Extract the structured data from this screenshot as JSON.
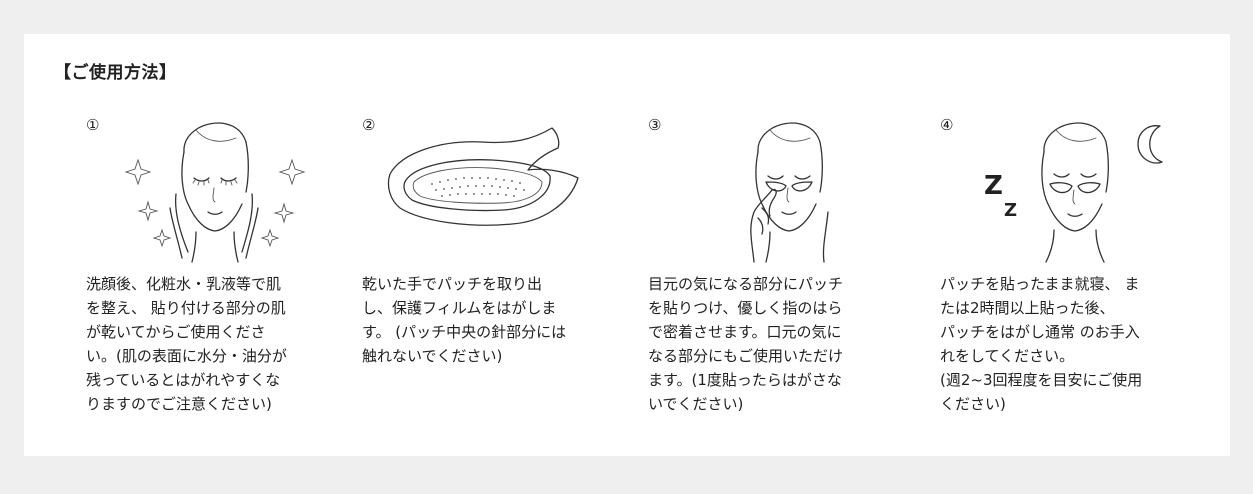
{
  "title": "【ご使用方法】",
  "steps": [
    {
      "number": "①",
      "illustration": "face-with-hands-and-sparkles",
      "text": "洗顔後、化粧水・乳液等で肌\nを整え、 貼り付ける部分の肌\nが乾いてからご使用くださ\nい。(肌の表面に水分・油分が\n残っているとはがれやすくな\nりますのでご注意ください)"
    },
    {
      "number": "②",
      "illustration": "eye-patch-peeling-film",
      "text": "乾いた手でパッチを取り出\nし、保護フィルムをはがしま\nす。 (パッチ中央の針部分には\n触れないでください)"
    },
    {
      "number": "③",
      "illustration": "face-applying-eye-patch",
      "text": "目元の気になる部分にパッチ\nを貼りつけ、優しく指のはら\nで密着させます。口元の気に\nなる部分にもご使用いただけ\nます。(1度貼ったらはがさな\nいでください)"
    },
    {
      "number": "④",
      "illustration": "sleeping-face-with-patches-moon",
      "text": "パッチを貼ったまま就寝、 ま\nたは2時間以上貼った後、\nパッチをはがし通常 のお手入\nれをしてください。\n(週2~3回程度を目安にご使用\nください)"
    }
  ],
  "sleep_letters": [
    "Z",
    "Z"
  ]
}
